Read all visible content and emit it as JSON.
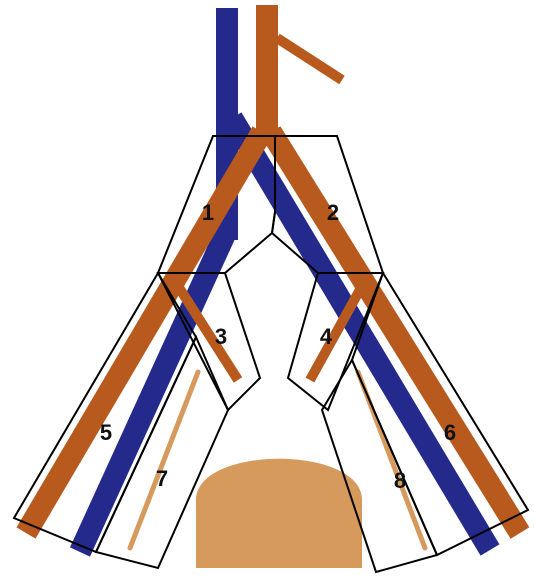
{
  "colors": {
    "vein": "#232a8c",
    "artery": "#b85a1e",
    "accent": "#d69a5c",
    "outline": "#000000",
    "background": "#ffffff"
  },
  "labels": {
    "z1": "1",
    "z2": "2",
    "z3": "3",
    "z4": "4",
    "z5": "5",
    "z6": "6",
    "z7": "7",
    "z8": "8"
  }
}
